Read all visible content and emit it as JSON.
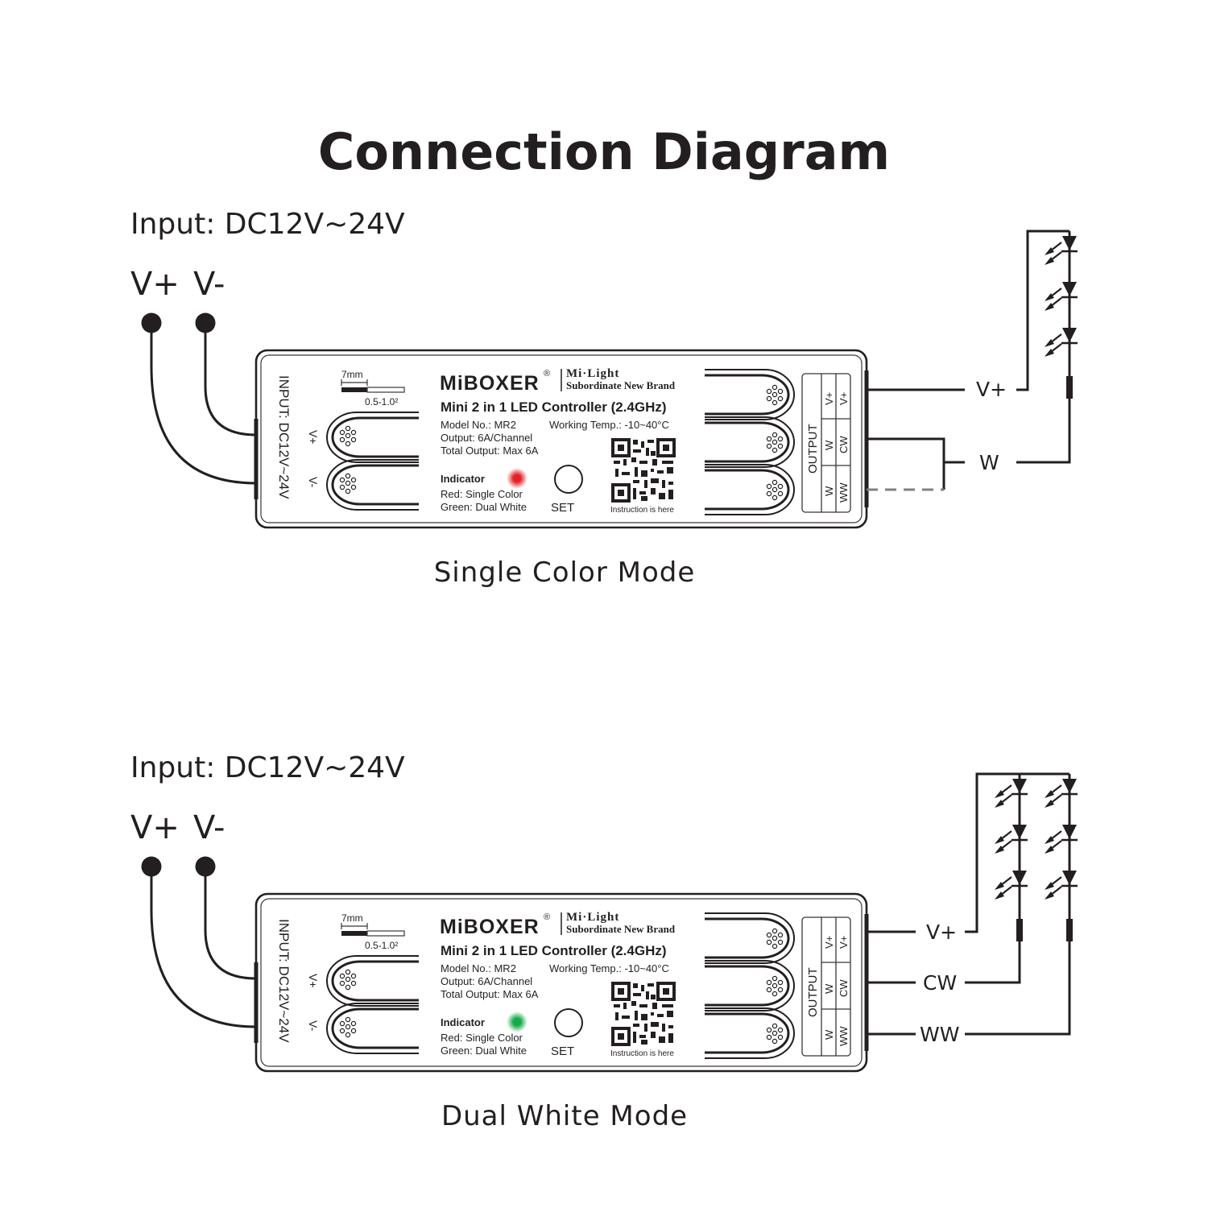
{
  "title": "Connection Diagram",
  "colors": {
    "ink": "#231f20",
    "indicator_red": "#e2232a",
    "indicator_green": "#16a94a",
    "dashed_gray": "#808080"
  },
  "device": {
    "brand": "MiBOXER",
    "registered": "®",
    "sub_brand": "Mi·Light",
    "sub_brand_note": "Subordinate New Brand",
    "product": "Mini 2 in 1 LED Controller (2.4GHz)",
    "model": "Model No.: MR2",
    "temp": "Working Temp.: -10~40°C",
    "output": "Output: 6A/Channel",
    "total_output": "Total Output: Max 6A",
    "indicator_title": "Indicator",
    "indicator_red_text": "Red: Single Color",
    "indicator_green_text": "Green: Dual White",
    "set_label": "SET",
    "qr_caption": "Instruction is here",
    "strip_length": "7mm",
    "wire_gauge": "0.5-1.0²",
    "input_side_label": "INPUT: DC12V~24V",
    "input_terminal_pos": "V+",
    "input_terminal_neg": "V-",
    "output_label": "OUTPUT",
    "output_row1": [
      "V+",
      "V+"
    ],
    "output_row2": [
      "W",
      "CW"
    ],
    "output_row3": [
      "W",
      "WW"
    ]
  },
  "diagrams": [
    {
      "mode": "Single Color Mode",
      "indicator_color": "red",
      "input_text": "Input: DC12V~24V",
      "input_pos": "V+",
      "input_neg": "V-",
      "wire_labels": [
        "V+",
        "W"
      ]
    },
    {
      "mode": "Dual White Mode",
      "indicator_color": "green",
      "input_text": "Input: DC12V~24V",
      "input_pos": "V+",
      "input_neg": "V-",
      "wire_labels": [
        "V+",
        "CW",
        "WW"
      ]
    }
  ]
}
